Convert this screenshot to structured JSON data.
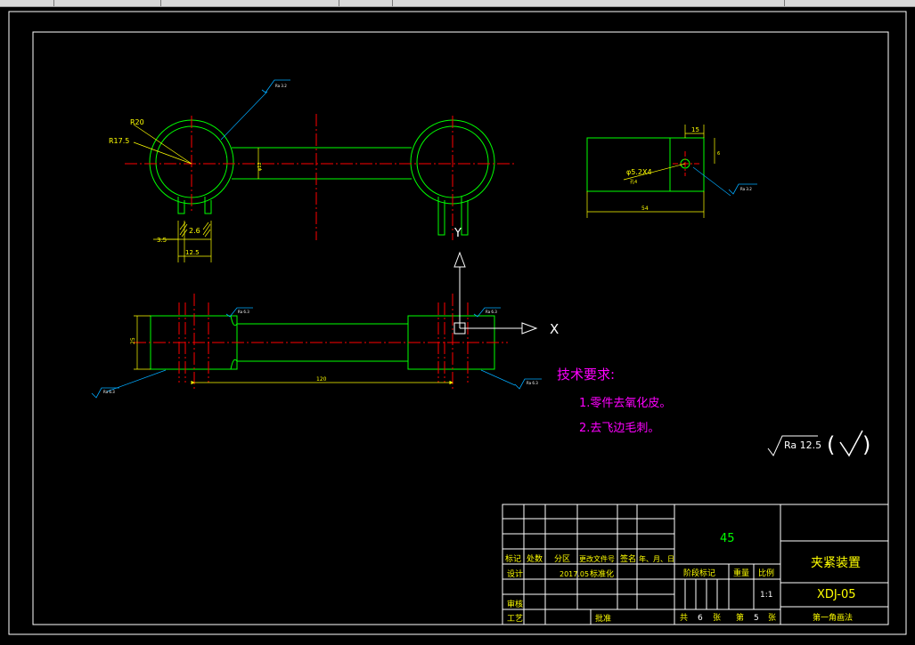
{
  "drawing": {
    "dimensions": {
      "r20": "R20",
      "r17_5": "R17.5",
      "thk_2_6": "2.6",
      "width_3_5": "3.5",
      "width_12_5": "12.5",
      "shaft_dia": "φ12",
      "height_25": "25",
      "length_120": "120",
      "width_54": "54",
      "width_15": "15",
      "hole_spec": "φ5.2X4",
      "hole_sub": "孔4",
      "small_vert": "6"
    },
    "roughness": {
      "top": "Ra 3.2",
      "block": "Ra 3.2",
      "mid_left": "Ra 6.3",
      "mid_right": "Ra 6.3",
      "bottom_left": "Ra 6.3",
      "bottom_right": "Ra 6.3",
      "general": "Ra 12.5",
      "general_paren_open": "(",
      "general_paren_close": ")"
    },
    "ucs": {
      "x_label": "X",
      "y_label": "Y"
    }
  },
  "tech_requirements": {
    "title": "技术要求:",
    "items": [
      "1.零件去氧化皮。",
      "2.去飞边毛刺。"
    ]
  },
  "title_block": {
    "material": "45",
    "part_name": "夹紧装置",
    "drawing_no": "XDJ-05",
    "projection": "第一角画法",
    "scale": "1:1",
    "stage_label": "阶段标记",
    "weight_label": "重量",
    "scale_label": "比例",
    "sheet": [
      "共",
      "6",
      "张",
      "第",
      "5",
      "张"
    ],
    "header_row": [
      "标记",
      "处数",
      "分区",
      "更改文件号",
      "签名",
      "年、月、日"
    ],
    "design_label": "设计",
    "design_date": "2017.05",
    "standardize_label": "标准化",
    "review_label": "审核",
    "process_label": "工艺",
    "approve_label": "批准"
  },
  "colors": {
    "green": "#00ff00",
    "red": "#ff0000",
    "yellow": "#ffff00",
    "white": "#ffffff",
    "magenta": "#ff00ff",
    "cyan": "#00aaff"
  }
}
